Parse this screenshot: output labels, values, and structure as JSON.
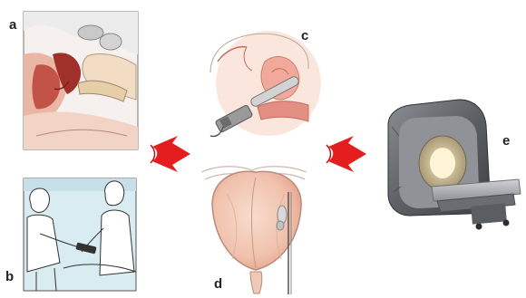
{
  "panels": {
    "a": {
      "label": "a"
    },
    "b": {
      "label": "b"
    },
    "c": {
      "label": "c"
    },
    "d": {
      "label": "d"
    },
    "e": {
      "label": "e"
    }
  },
  "colors": {
    "arrow": "#e41e1e",
    "flesh": "#f3c9b4",
    "tissue": "#d98a7a",
    "dark_tissue": "#a0302a",
    "probe": "#9a9a9a",
    "scanner_body": "#6f7276",
    "scanner_light": "#bfc2c6",
    "panel_bg_b": "#d8ecf2"
  },
  "icons": [
    "right-arrow-icon",
    "right-arrow-icon"
  ]
}
